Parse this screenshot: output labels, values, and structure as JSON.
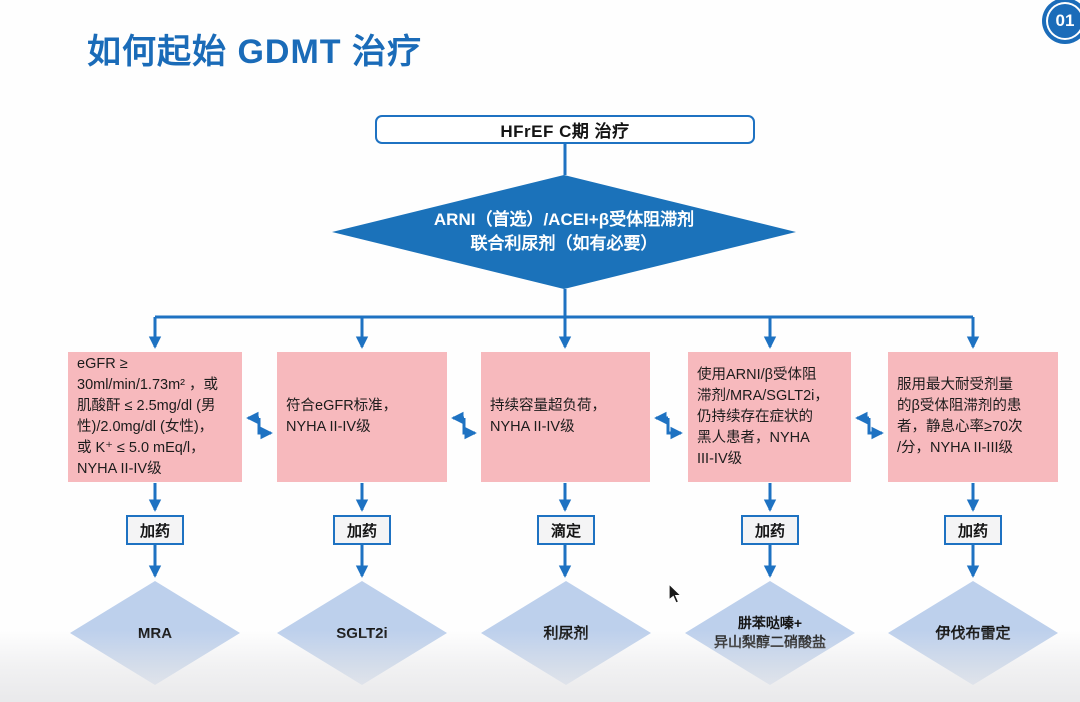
{
  "page": {
    "title": "如何起始 GDMT 治疗",
    "badge": "01"
  },
  "colors": {
    "title_blue": "#1a6bb8",
    "connector_blue": "#1e72c2",
    "decision_fill": "#1b72ba",
    "condition_pink": "#f7b9bd",
    "drug_diamond_blue": "#bdd0ec"
  },
  "flowchart": {
    "root": "HFrEF C期 治疗",
    "decision": {
      "line1": "ARNI（首选）/ACEI+β受体阻滞剂",
      "line2": "联合利尿剂（如有必要）"
    },
    "columns": [
      {
        "condition": "eGFR ≥\n30ml/min/1.73m² ，或\n肌酸酐 ≤ 2.5mg/dl (男\n性)/2.0mg/dl (女性)，\n或 K⁺ ≤ 5.0 mEq/l，\nNYHA II-IV级",
        "action": "加药",
        "drug": "MRA"
      },
      {
        "condition": "符合eGFR标准，\nNYHA II-IV级",
        "action": "加药",
        "drug": "SGLT2i"
      },
      {
        "condition": "持续容量超负荷，\nNYHA II-IV级",
        "action": "滴定",
        "drug": "利尿剂"
      },
      {
        "condition": "使用ARNI/β受体阻\n滞剂/MRA/SGLT2i，\n仍持续存在症状的\n黑人患者，NYHA\nIII-IV级",
        "action": "加药",
        "drug": "肼苯哒嗪+\n异山梨醇二硝酸盐"
      },
      {
        "condition": "服用最大耐受剂量\n的β受体阻滞剂的患\n者，静息心率≥70次\n/分，NYHA II-III级",
        "action": "加药",
        "drug": "伊伐布雷定"
      }
    ]
  }
}
